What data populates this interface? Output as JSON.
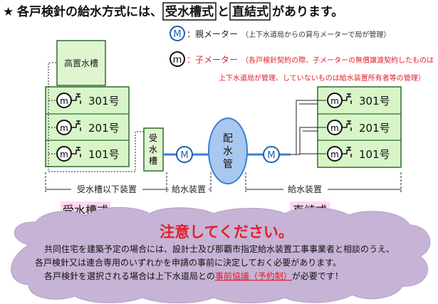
{
  "header": {
    "star": "★",
    "prefix": "各戸検針の給水方式には、",
    "term1": "受水槽式",
    "joiner": "と",
    "term2": "直結式",
    "suffix": "があります。"
  },
  "legend": {
    "parent_symbol": "M",
    "parent_name": "：親メーター",
    "parent_note": "（上下水道局からの貸与メーターで局が管理）",
    "child_symbol": "m",
    "child_name": "：子メーター",
    "child_note_line1": "（各戸検針契約の際、子メーターの無償譲渡契約したものは",
    "child_note_line2": "上下水道局が管理、していないものは給水装置所有者等の管理）"
  },
  "left_building": {
    "elevated_tank": "高置水槽",
    "units": [
      {
        "meter": "m",
        "label": "301号"
      },
      {
        "meter": "m",
        "label": "201号"
      },
      {
        "meter": "m",
        "label": "101号"
      }
    ]
  },
  "receiving_tank": "受水槽",
  "main_pipe": "配水管",
  "parent_meter_left": "M",
  "parent_meter_right": "M",
  "right_building": {
    "units": [
      {
        "meter": "m",
        "label": "301号"
      },
      {
        "meter": "m",
        "label": "201号"
      },
      {
        "meter": "m",
        "label": "101号"
      }
    ]
  },
  "dimension_labels": {
    "below_tank": "受水槽以下装置",
    "supply_left": "給水装置",
    "supply_right": "給水装置"
  },
  "system_labels": {
    "left": "受水槽式",
    "right": "直結式"
  },
  "notice": {
    "title": "注意してください。",
    "line1": "共同住宅を建築予定の場合には、設計士及び那覇市指定給水装置工事事業者と相談のうえ、",
    "line2": "各戸検針又は連合専用のいずれかを申請の事前に決定しておく必要があります。",
    "line3_before": "各戸検針を選択される場合は上下水道局との",
    "line3_emphasis": "事前協議（予約制）",
    "line3_after": "が必要です！"
  },
  "colors": {
    "building_fill": "#d8f5c8",
    "building_stroke": "#2f6b2f",
    "tank_fill": "#dff5d0",
    "pipe_blue": "#3a7fd0",
    "pipe_ellipse_fill": "#a9c8ef",
    "label_pink": "#ffd7f0",
    "red": "#e0202a",
    "cloud": "#c7b3d6"
  }
}
